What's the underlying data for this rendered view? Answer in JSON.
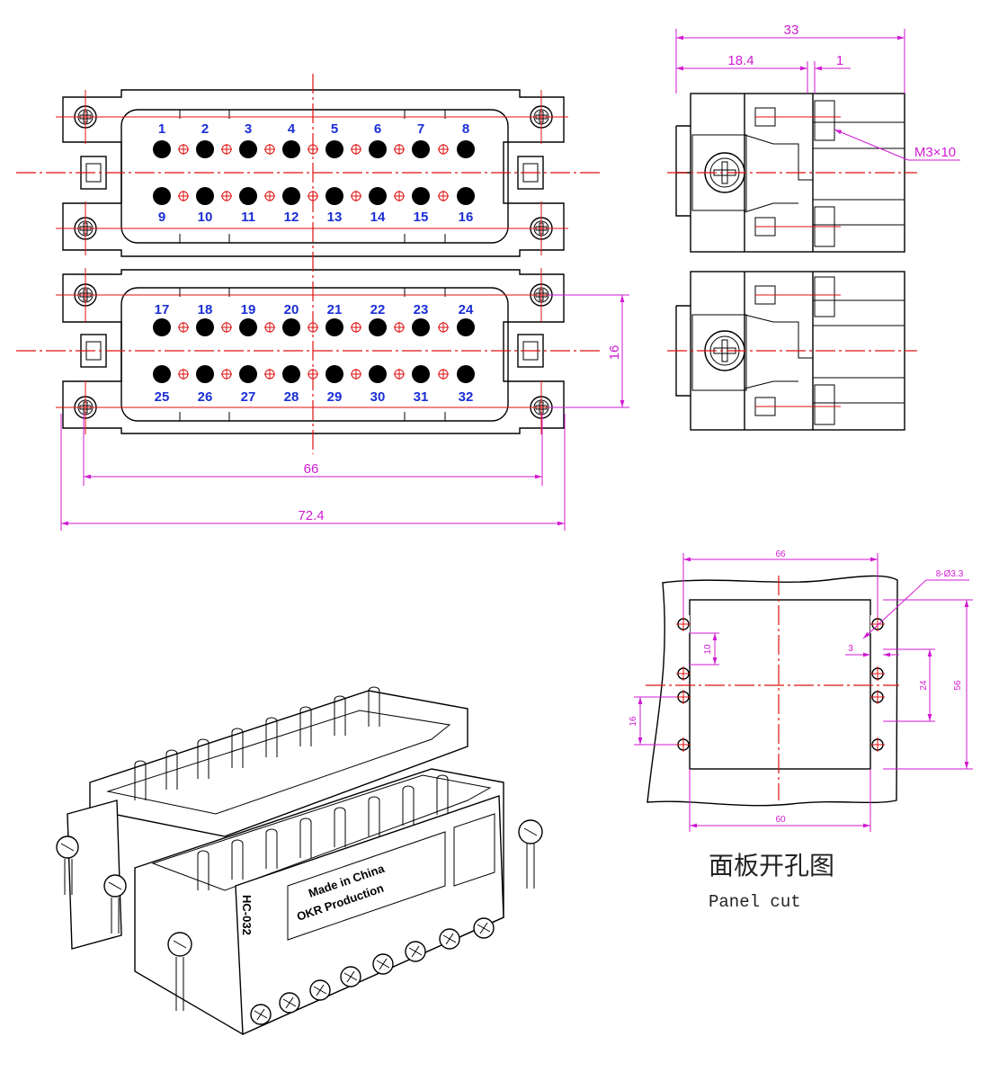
{
  "front_view": {
    "pins_top_row_1": [
      "1",
      "2",
      "3",
      "4",
      "5",
      "6",
      "7",
      "8"
    ],
    "pins_bottom_row_1": [
      "9",
      "10",
      "11",
      "12",
      "13",
      "14",
      "15",
      "16"
    ],
    "pins_top_row_2": [
      "17",
      "18",
      "19",
      "20",
      "21",
      "22",
      "23",
      "24"
    ],
    "pins_bottom_row_2": [
      "25",
      "26",
      "27",
      "28",
      "29",
      "30",
      "31",
      "32"
    ],
    "dim_width_inner": "66",
    "dim_width_outer": "72.4",
    "dim_pitch": "16"
  },
  "side_view": {
    "dim_total": "33",
    "dim_body": "18.4",
    "dim_gap": "1",
    "screw_label": "M3×10"
  },
  "panel_cut": {
    "dim_top": "66",
    "dim_bottom": "60",
    "holes_label": "8-Ø3.3",
    "dim_10": "10",
    "dim_3": "3",
    "dim_24": "24",
    "dim_56": "56",
    "dim_16": "16",
    "caption_cn": "面板开孔图",
    "caption_en": "Panel cut"
  },
  "product_image": {
    "label_line1": "Made in China",
    "label_line2": "OKR Production",
    "side_mark": "HC-032"
  },
  "colors": {
    "dimension": "#d11ad1",
    "centerline": "#e01010",
    "pin_number": "#1a2ed6"
  }
}
